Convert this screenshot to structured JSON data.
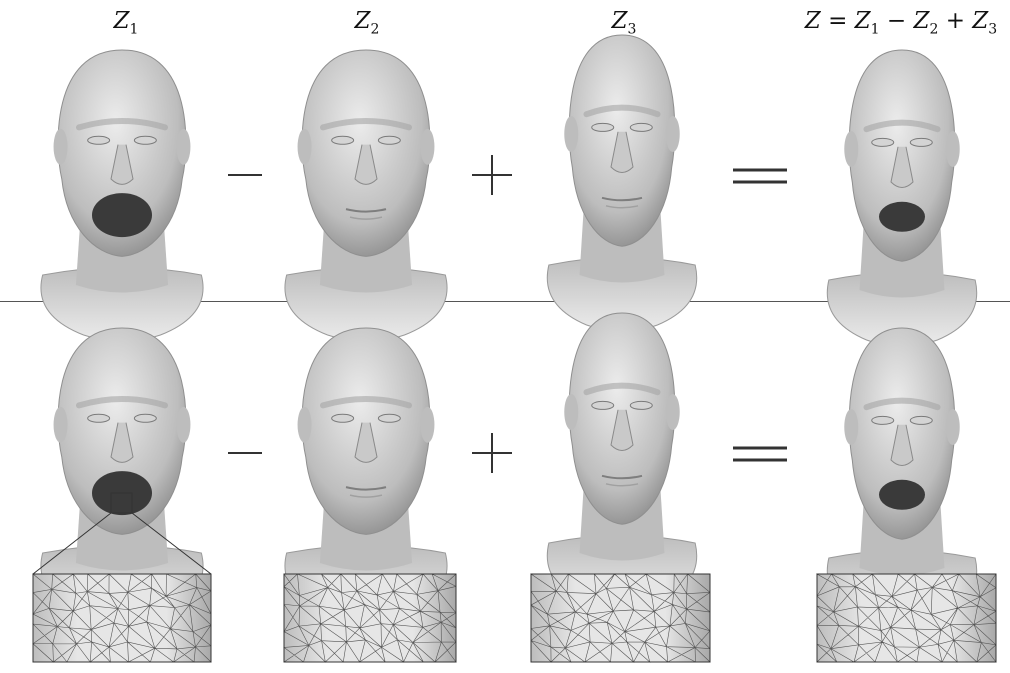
{
  "labels": {
    "z1": {
      "main": "Z",
      "sub": "1"
    },
    "z2": {
      "main": "Z",
      "sub": "2"
    },
    "z3": {
      "main": "Z",
      "sub": "3"
    },
    "result": {
      "z": "Z",
      "eq": " = ",
      "a": "Z",
      "a_sub": "1",
      "minus": " − ",
      "b": "Z",
      "b_sub": "2",
      "plus": " + ",
      "c": "Z",
      "c_sub": "3"
    }
  },
  "operators": [
    "−",
    "+",
    "="
  ],
  "rows": [
    {
      "name": "top-row",
      "zoom_insets": false
    },
    {
      "name": "bottom-row",
      "zoom_insets": true
    }
  ],
  "colors": {
    "face_light": "#ececec",
    "face_mid": "#bdbdbd",
    "face_dark": "#8a8a8a",
    "mouth": "#3a3a3a",
    "mesh_line": "#555555"
  }
}
